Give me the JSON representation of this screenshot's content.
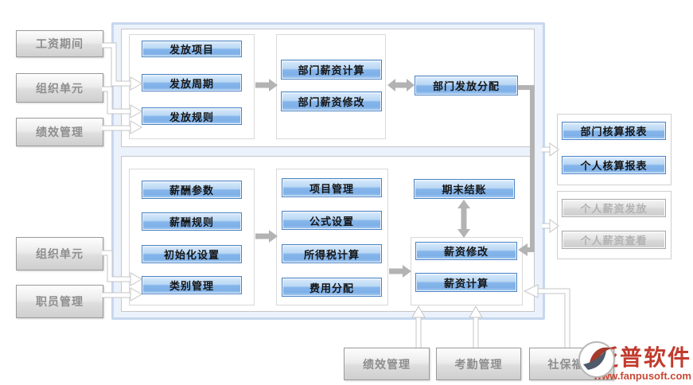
{
  "left_inputs": [
    "工资期间",
    "组织单元",
    "绩效管理",
    "组织单元",
    "职员管理"
  ],
  "dept_panel": {
    "setup": [
      "发放项目",
      "发放周期",
      "发放规则"
    ],
    "ops": [
      "部门薪资计算",
      "部门薪资修改"
    ],
    "allocation": "部门发放分配"
  },
  "salary_panel": {
    "base": [
      "薪酬参数",
      "薪酬规则",
      "初始化设置",
      "类别管理"
    ],
    "config": [
      "项目管理",
      "公式设置",
      "所得税计算",
      "费用分配"
    ],
    "closing": "期末结账",
    "ops": [
      "薪资修改",
      "薪资计算"
    ]
  },
  "reports": [
    "部门核算报表",
    "个人核算报表"
  ],
  "personal": [
    "个人薪资发放",
    "个人薪资查看"
  ],
  "bottom_inputs": [
    "绩效管理",
    "考勤管理",
    "社保福利"
  ],
  "watermark": {
    "brand": "泛普软件",
    "url": "www.fanpusoft.com"
  },
  "colors": {
    "blue_node_border": "#4b83c3",
    "blue_node_fill_top": "#b9d7f4",
    "blue_node_fill_bottom": "#7eb0e8",
    "container_border": "#c6d7ef",
    "container_fill": "#ecf2fb",
    "gray_arrow": "#b3b3b3",
    "pipe_outline": "#c6c6c6",
    "watermark_red": "#c13b2e"
  }
}
